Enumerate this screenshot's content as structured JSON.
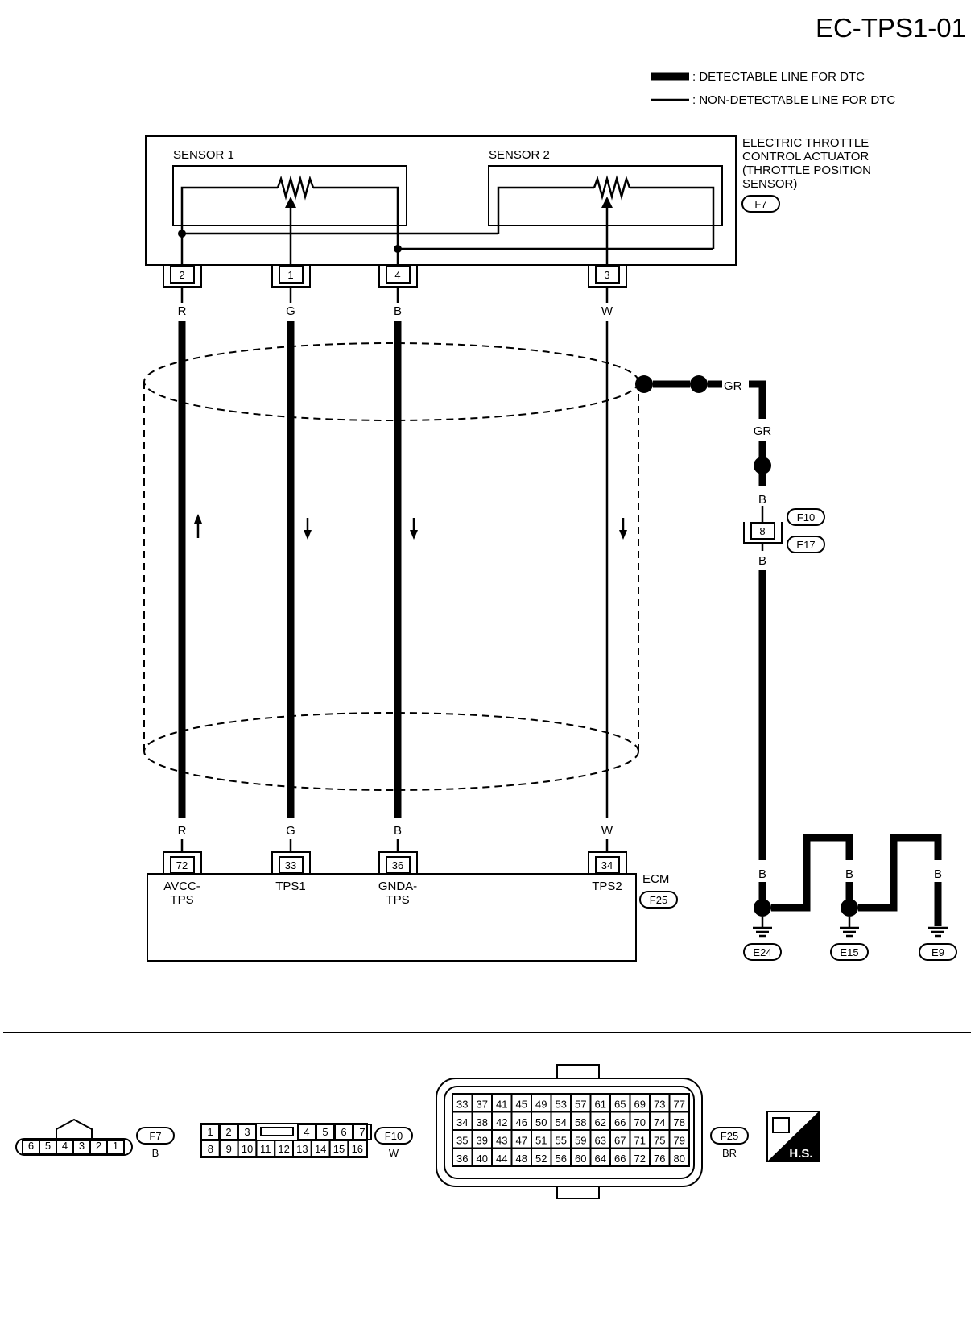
{
  "page_code": "EC-TPS1-01",
  "legend": {
    "detectable": ": DETECTABLE LINE FOR DTC",
    "non_detectable": ": NON-DETECTABLE LINE FOR DTC"
  },
  "actuator": {
    "title_lines": [
      "ELECTRIC THROTTLE",
      "CONTROL ACTUATOR",
      "(THROTTLE POSITION",
      "SENSOR)"
    ],
    "connector": "F7",
    "sensor1": "SENSOR 1",
    "sensor2": "SENSOR 2",
    "pins": [
      "2",
      "1",
      "4",
      "3"
    ]
  },
  "wires": [
    {
      "color": "R",
      "ecm_pin": "72",
      "ecm_label": [
        "AVCC-",
        "TPS"
      ]
    },
    {
      "color": "G",
      "ecm_pin": "33",
      "ecm_label": [
        "TPS1",
        ""
      ]
    },
    {
      "color": "B",
      "ecm_pin": "36",
      "ecm_label": [
        "GNDA-",
        "TPS"
      ]
    },
    {
      "color": "W",
      "ecm_pin": "34",
      "ecm_label": [
        "TPS2",
        ""
      ]
    }
  ],
  "ecm": {
    "label": "ECM",
    "connector": "F25"
  },
  "shield": {
    "color_a": "GR",
    "color_b": "GR",
    "color_c": "B",
    "joint_pin": "8",
    "joint_connectors": [
      "F10",
      "E17"
    ],
    "color_d": "B"
  },
  "grounds": {
    "wire_colors": [
      "B",
      "B",
      "B",
      "B",
      "B"
    ],
    "labels": [
      "E24",
      "E15",
      "E9"
    ]
  },
  "connector_views": {
    "f7": {
      "id": "F7",
      "color": "B",
      "pins": [
        "6",
        "5",
        "4",
        "3",
        "2",
        "1"
      ]
    },
    "f10": {
      "id": "F10",
      "color": "W",
      "top": [
        "1",
        "2",
        "3",
        "4",
        "5",
        "6",
        "7"
      ],
      "bottom": [
        "8",
        "9",
        "10",
        "11",
        "12",
        "13",
        "14",
        "15",
        "16"
      ]
    },
    "f25": {
      "id": "F25",
      "color": "BR",
      "rows": [
        [
          "33",
          "37",
          "41",
          "45",
          "49",
          "53",
          "57",
          "61",
          "65",
          "69",
          "73",
          "77"
        ],
        [
          "34",
          "38",
          "42",
          "46",
          "50",
          "54",
          "58",
          "62",
          "66",
          "70",
          "74",
          "78"
        ],
        [
          "35",
          "39",
          "43",
          "47",
          "51",
          "55",
          "59",
          "63",
          "67",
          "71",
          "75",
          "79"
        ],
        [
          "36",
          "40",
          "44",
          "48",
          "52",
          "56",
          "60",
          "64",
          "66",
          "72",
          "76",
          "80"
        ]
      ]
    },
    "hs": "H.S."
  }
}
